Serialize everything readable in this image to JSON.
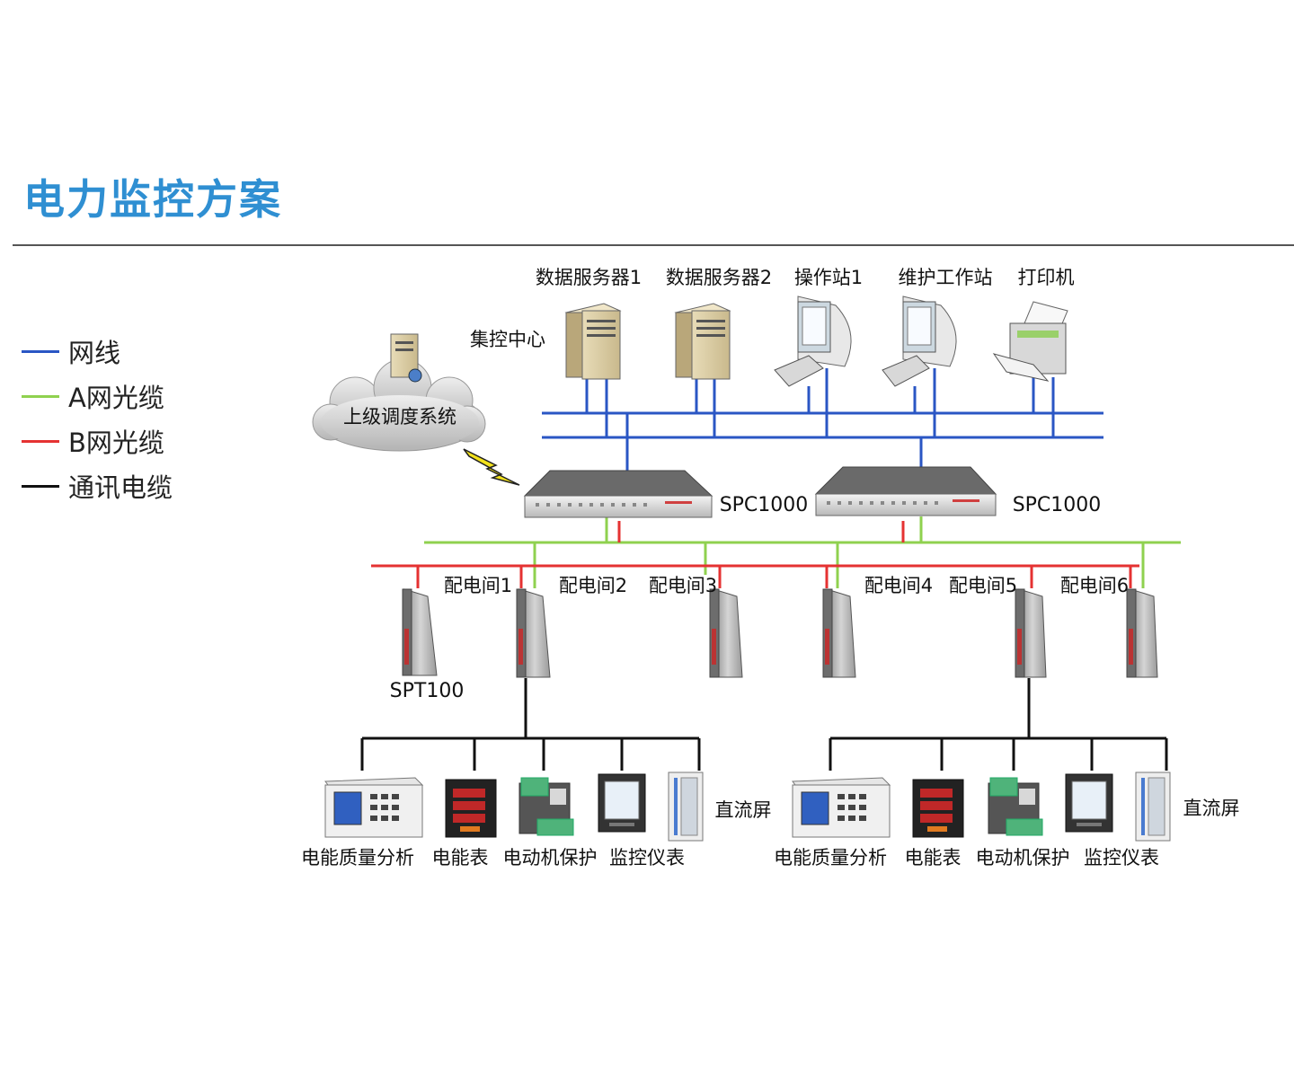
{
  "title": "电力监控方案",
  "colors": {
    "network": "#2a56c4",
    "fiber_a": "#8fd14f",
    "fiber_b": "#e53232",
    "comm": "#111111",
    "title": "#2f8fd2"
  },
  "legend": [
    {
      "label": "网线",
      "color": "#2a56c4"
    },
    {
      "label": "A网光缆",
      "color": "#8fd14f"
    },
    {
      "label": "B网光缆",
      "color": "#e53232"
    },
    {
      "label": "通讯电缆",
      "color": "#111111"
    }
  ],
  "top_devices": [
    {
      "label": "数据服务器1",
      "icon": "server-icon"
    },
    {
      "label": "数据服务器2",
      "icon": "server-icon"
    },
    {
      "label": "操作站1",
      "icon": "workstation-icon"
    },
    {
      "label": "维护工作站",
      "icon": "workstation-icon"
    },
    {
      "label": "打印机",
      "icon": "printer-icon"
    }
  ],
  "control_center": "集控中心",
  "cloud": {
    "label": "上级调度系统"
  },
  "gateways": [
    {
      "label": "SPC1000"
    },
    {
      "label": "SPC1000"
    }
  ],
  "rooms": [
    "配电间1",
    "配电间2",
    "配电间3",
    "配电间4",
    "配电间5",
    "配电间6"
  ],
  "terminal_label": "SPT100",
  "field_devices_left": [
    {
      "label": "电能质量分析"
    },
    {
      "label": "电能表"
    },
    {
      "label": "电动机保护"
    },
    {
      "label": "监控仪表"
    }
  ],
  "field_devices_right": [
    {
      "label": "电能质量分析"
    },
    {
      "label": "电能表"
    },
    {
      "label": "电动机保护"
    },
    {
      "label": "监控仪表"
    }
  ],
  "dc_panel_left": "直流屏",
  "dc_panel_right": "直流屏"
}
